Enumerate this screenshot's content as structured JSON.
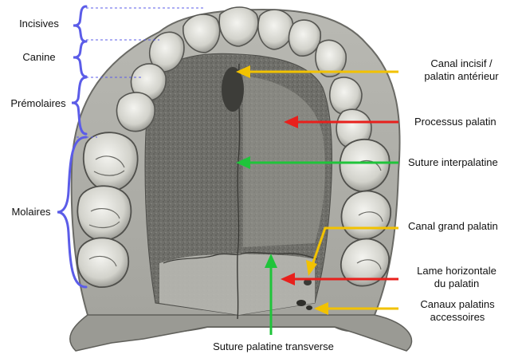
{
  "left_labels": {
    "incisives": "Incisives",
    "canine": "Canine",
    "premolaires": "Prémolaires",
    "molaires": "Molaires"
  },
  "right_labels": {
    "canal_incisif_1": "Canal incisif /",
    "canal_incisif_2": "palatin antérieur",
    "processus_palatin": "Processus palatin",
    "suture_interpalatine": "Suture interpalatine",
    "canal_grand_palatin": "Canal grand palatin",
    "lame_horizontale_1": "Lame horizontale",
    "lame_horizontale_2": "du palatin",
    "canaux_accessoires_1": "Canaux palatins",
    "canaux_accessoires_2": "accessoires"
  },
  "bottom_labels": {
    "suture_transverse": "Suture palatine transverse"
  },
  "colors": {
    "bracket": "#5b5ce8",
    "arrow_yellow": "#f2c200",
    "arrow_red": "#e8201c",
    "arrow_green": "#1fc43a",
    "bone_light": "#c9c9c3",
    "bone_dark": "#7d7d78"
  }
}
